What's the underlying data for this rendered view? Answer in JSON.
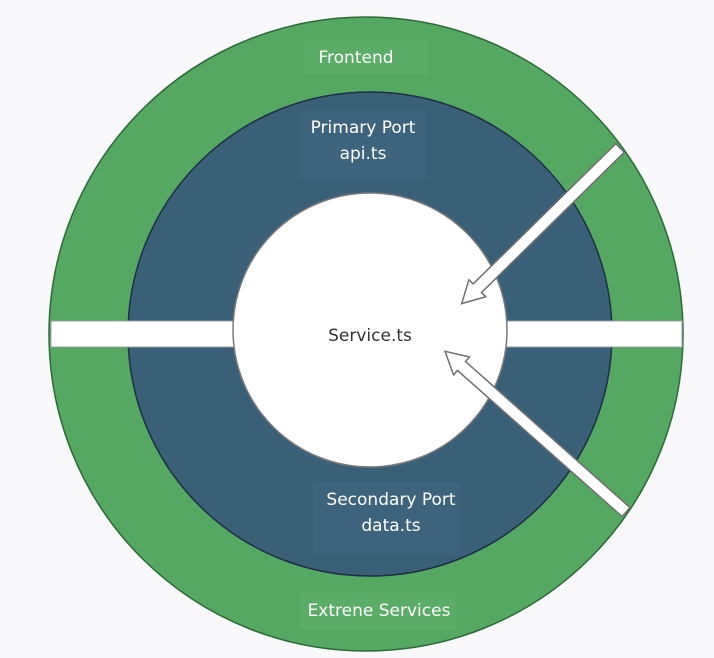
{
  "diagram": {
    "outer_ring": {
      "top_label": "Frontend",
      "bottom_label": "Extrene Services"
    },
    "middle_ring": {
      "primary_port": {
        "title": "Primary Port",
        "file": "api.ts"
      },
      "secondary_port": {
        "title": "Secondary Port",
        "file": "data.ts"
      }
    },
    "core": {
      "label": "Service.ts"
    }
  },
  "colors": {
    "background": "#f8f8fb",
    "outer_ring_fill": "#55a862",
    "outer_ring_stroke": "#2d6a38",
    "middle_ring_fill": "#3a6078",
    "middle_ring_stroke": "#1f2f45",
    "core_fill": "#ffffff",
    "label_on_dark": "#ffffff",
    "label_on_core": "#333333"
  },
  "icons": [
    "arrow-inbound-primary",
    "arrow-outbound-secondary"
  ]
}
